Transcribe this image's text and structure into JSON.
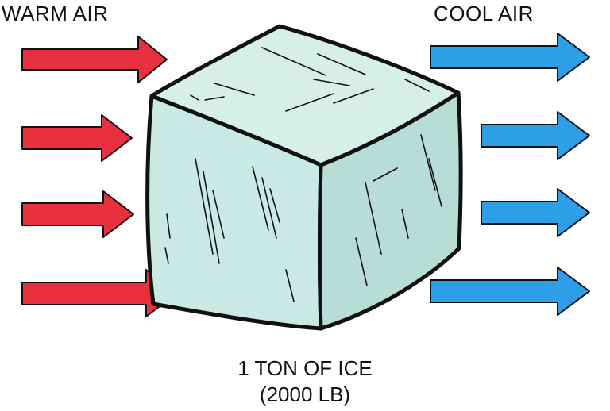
{
  "labels": {
    "warm_air": "WARM AIR",
    "cool_air": "COOL AIR",
    "caption_line1": "1 TON OF ICE",
    "caption_line2": "(2000 LB)"
  },
  "colors": {
    "warm_arrow": "#e8303f",
    "cool_arrow": "#2f9ee8",
    "ice_front": "#c9e9e2",
    "ice_side": "#b7ddd5",
    "ice_top": "#d6efe9",
    "outline": "#111111"
  }
}
